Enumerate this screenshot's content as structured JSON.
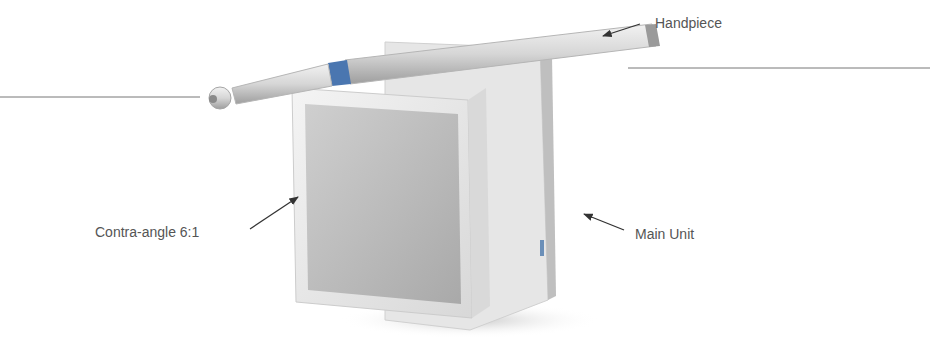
{
  "diagram": {
    "labels": [
      "Handpiece",
      "Contra-angle 6:1",
      "Main Unit"
    ]
  }
}
